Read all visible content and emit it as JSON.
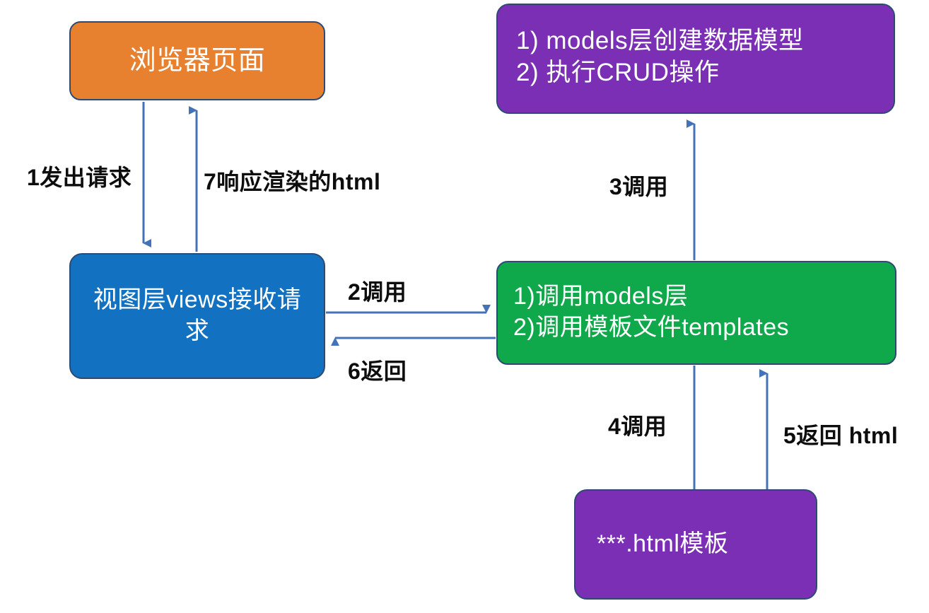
{
  "diagram": {
    "title": "Django MTV request flow diagram",
    "colors": {
      "browser": "#e8812f",
      "views": "#1271c0",
      "models": "#7b2fb5",
      "controller": "#0fa84b",
      "template": "#7b2fb5",
      "border": "#2e4a72",
      "arrow": "#4472b8",
      "label_text": "#0d0d0d",
      "node_text": "#ffffff",
      "background": "#ffffff"
    },
    "nodes": [
      {
        "id": "browser",
        "label": "浏览器页面"
      },
      {
        "id": "views",
        "label": "视图层views接收请求"
      },
      {
        "id": "models",
        "label": "1) models层创建数据模型\n2) 执行CRUD操作"
      },
      {
        "id": "controller",
        "label": "1)调用models层\n2)调用模板文件templates"
      },
      {
        "id": "template",
        "label": "***.html模板"
      }
    ],
    "edges": [
      {
        "id": "e1",
        "label": "1发出请求",
        "from": "browser",
        "to": "views",
        "direction": "down"
      },
      {
        "id": "e2",
        "label": "2调用",
        "from": "views",
        "to": "controller",
        "direction": "right"
      },
      {
        "id": "e3",
        "label": "3调用",
        "from": "controller",
        "to": "models",
        "direction": "up"
      },
      {
        "id": "e4",
        "label": "4调用",
        "from": "controller",
        "to": "template",
        "direction": "down"
      },
      {
        "id": "e5",
        "label": "5返回 html",
        "from": "template",
        "to": "controller",
        "direction": "up"
      },
      {
        "id": "e6",
        "label": "6返回",
        "from": "controller",
        "to": "views",
        "direction": "left"
      },
      {
        "id": "e7",
        "label": "7响应渲染的html",
        "from": "views",
        "to": "browser",
        "direction": "up"
      }
    ]
  }
}
